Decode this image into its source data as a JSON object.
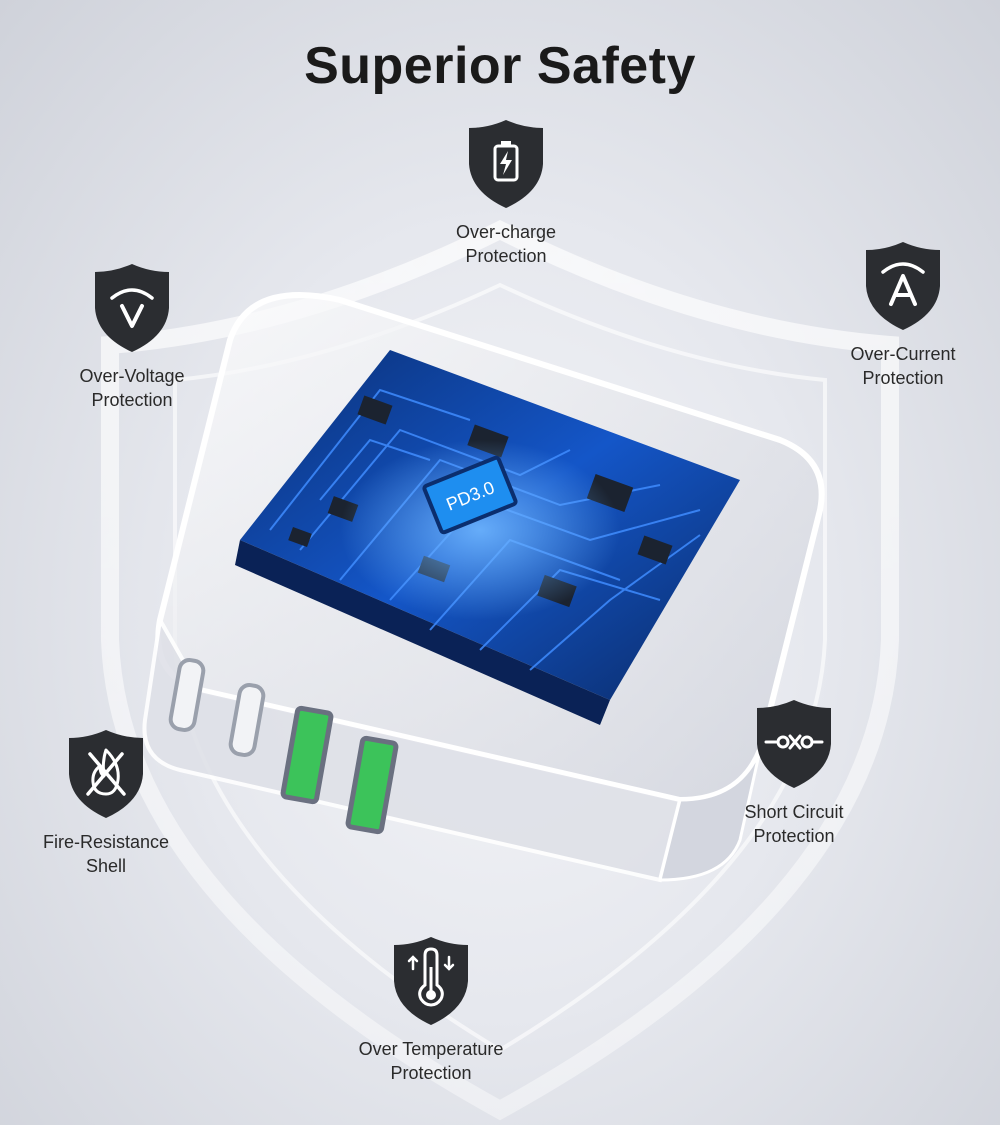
{
  "title": "Superior Safety",
  "chip_label": "PD3.0",
  "features": [
    {
      "icon": "battery-charging-icon",
      "line1": "Over-charge",
      "line2": "Protection"
    },
    {
      "icon": "voltage-v-icon",
      "line1": "Over-Voltage",
      "line2": "Protection"
    },
    {
      "icon": "current-a-icon",
      "line1": "Over-Current",
      "line2": "Protection"
    },
    {
      "icon": "fire-resistance-icon",
      "line1": "Fire-Resistance",
      "line2": "Shell"
    },
    {
      "icon": "short-circuit-icon",
      "line1": "Short Circuit",
      "line2": "Protection"
    },
    {
      "icon": "thermometer-icon",
      "line1": "Over Temperature",
      "line2": "Protection"
    }
  ],
  "colors": {
    "shield": "#2b2d31",
    "icon": "#ffffff",
    "board": "#0d3a8a",
    "trace": "#2f7dff",
    "usb_a": "#3cc35a"
  }
}
